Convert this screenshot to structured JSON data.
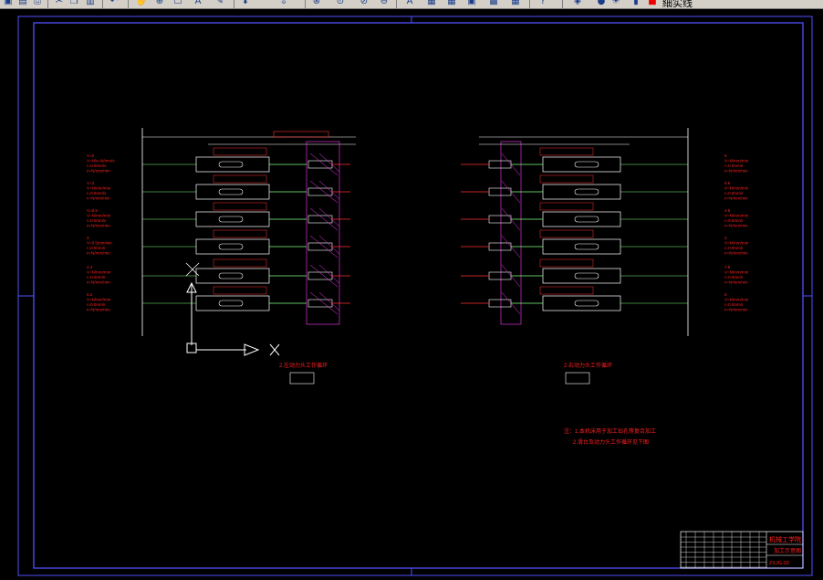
{
  "toolbar": {
    "icons": [
      "save-icon",
      "open-icon",
      "print-icon",
      "cut-icon",
      "copy-icon",
      "paste-icon",
      "undo-icon",
      "pan-icon",
      "zoom-icon",
      "zoom-window-icon",
      "zoom-previous-icon",
      "properties-icon",
      "text-style-icon",
      "table-icon",
      "help-icon",
      "layer-icon",
      "color-icon"
    ],
    "layer_name": "細实线"
  },
  "drawing": {
    "colors": {
      "border": "#3a3aff",
      "dim": "#ffffff",
      "red": "#ff2020",
      "green": "#7fff7f",
      "magenta": "#ff3cff",
      "gray": "#c0c0c0"
    },
    "left_labels": [
      [
        "V=0",
        "V=N/s=N/mm/s",
        "r=0.0mm/s",
        "n=N/mm/min"
      ],
      [
        "V=3",
        "V=N/mm/min",
        "r=0.0mm/s",
        "n=N/mm/min"
      ],
      [
        "V=8.5",
        "V=N/mm/min",
        "r=0.0mm/s",
        "n=N/mm/min"
      ],
      [
        "3",
        "V=0.5mm/min",
        "r=0.0mm/r",
        "n=N/mm/min"
      ],
      [
        "4.4",
        "V=N/mm/min",
        "r=0.0mm/r",
        "n=N/mm/min"
      ],
      [
        "5.2",
        "V=N/mm/min",
        "r=0.0mm/r",
        "n=N/mm/min"
      ]
    ],
    "right_labels": [
      [
        "5",
        "V=N/mm/min",
        "r=0.0mm/r",
        "n=N/mm/min"
      ],
      [
        "5.5",
        "V=N/mm/min",
        "r=0.0mm/r",
        "n=N/mm/min"
      ],
      [
        "4.6",
        "V=N/mm/min",
        "r=0.0mm/r",
        "n=N/mm/min"
      ],
      [
        "3",
        "V=N/mm/min",
        "r=0.0mm/r",
        "n=N/mm/min"
      ],
      [
        "7.6",
        "V=N/mm/min",
        "r=0.0mm/r",
        "n=N/mm/min"
      ],
      [
        "6",
        "V=N/mm/min",
        "r=0.0mm/r",
        "n=N/mm/min"
      ]
    ],
    "caption_left": "2.左动力头工作循环",
    "caption_right": "2.右动力头工作循环",
    "notes": [
      "注：1.本机床用于加工钻孔等复合加工",
      "2.滑台及动力头工作循环见下图"
    ],
    "title_block": {
      "school": "机械工学院",
      "drawing_name": "加工示意图",
      "code": "ZXJG-02"
    }
  }
}
